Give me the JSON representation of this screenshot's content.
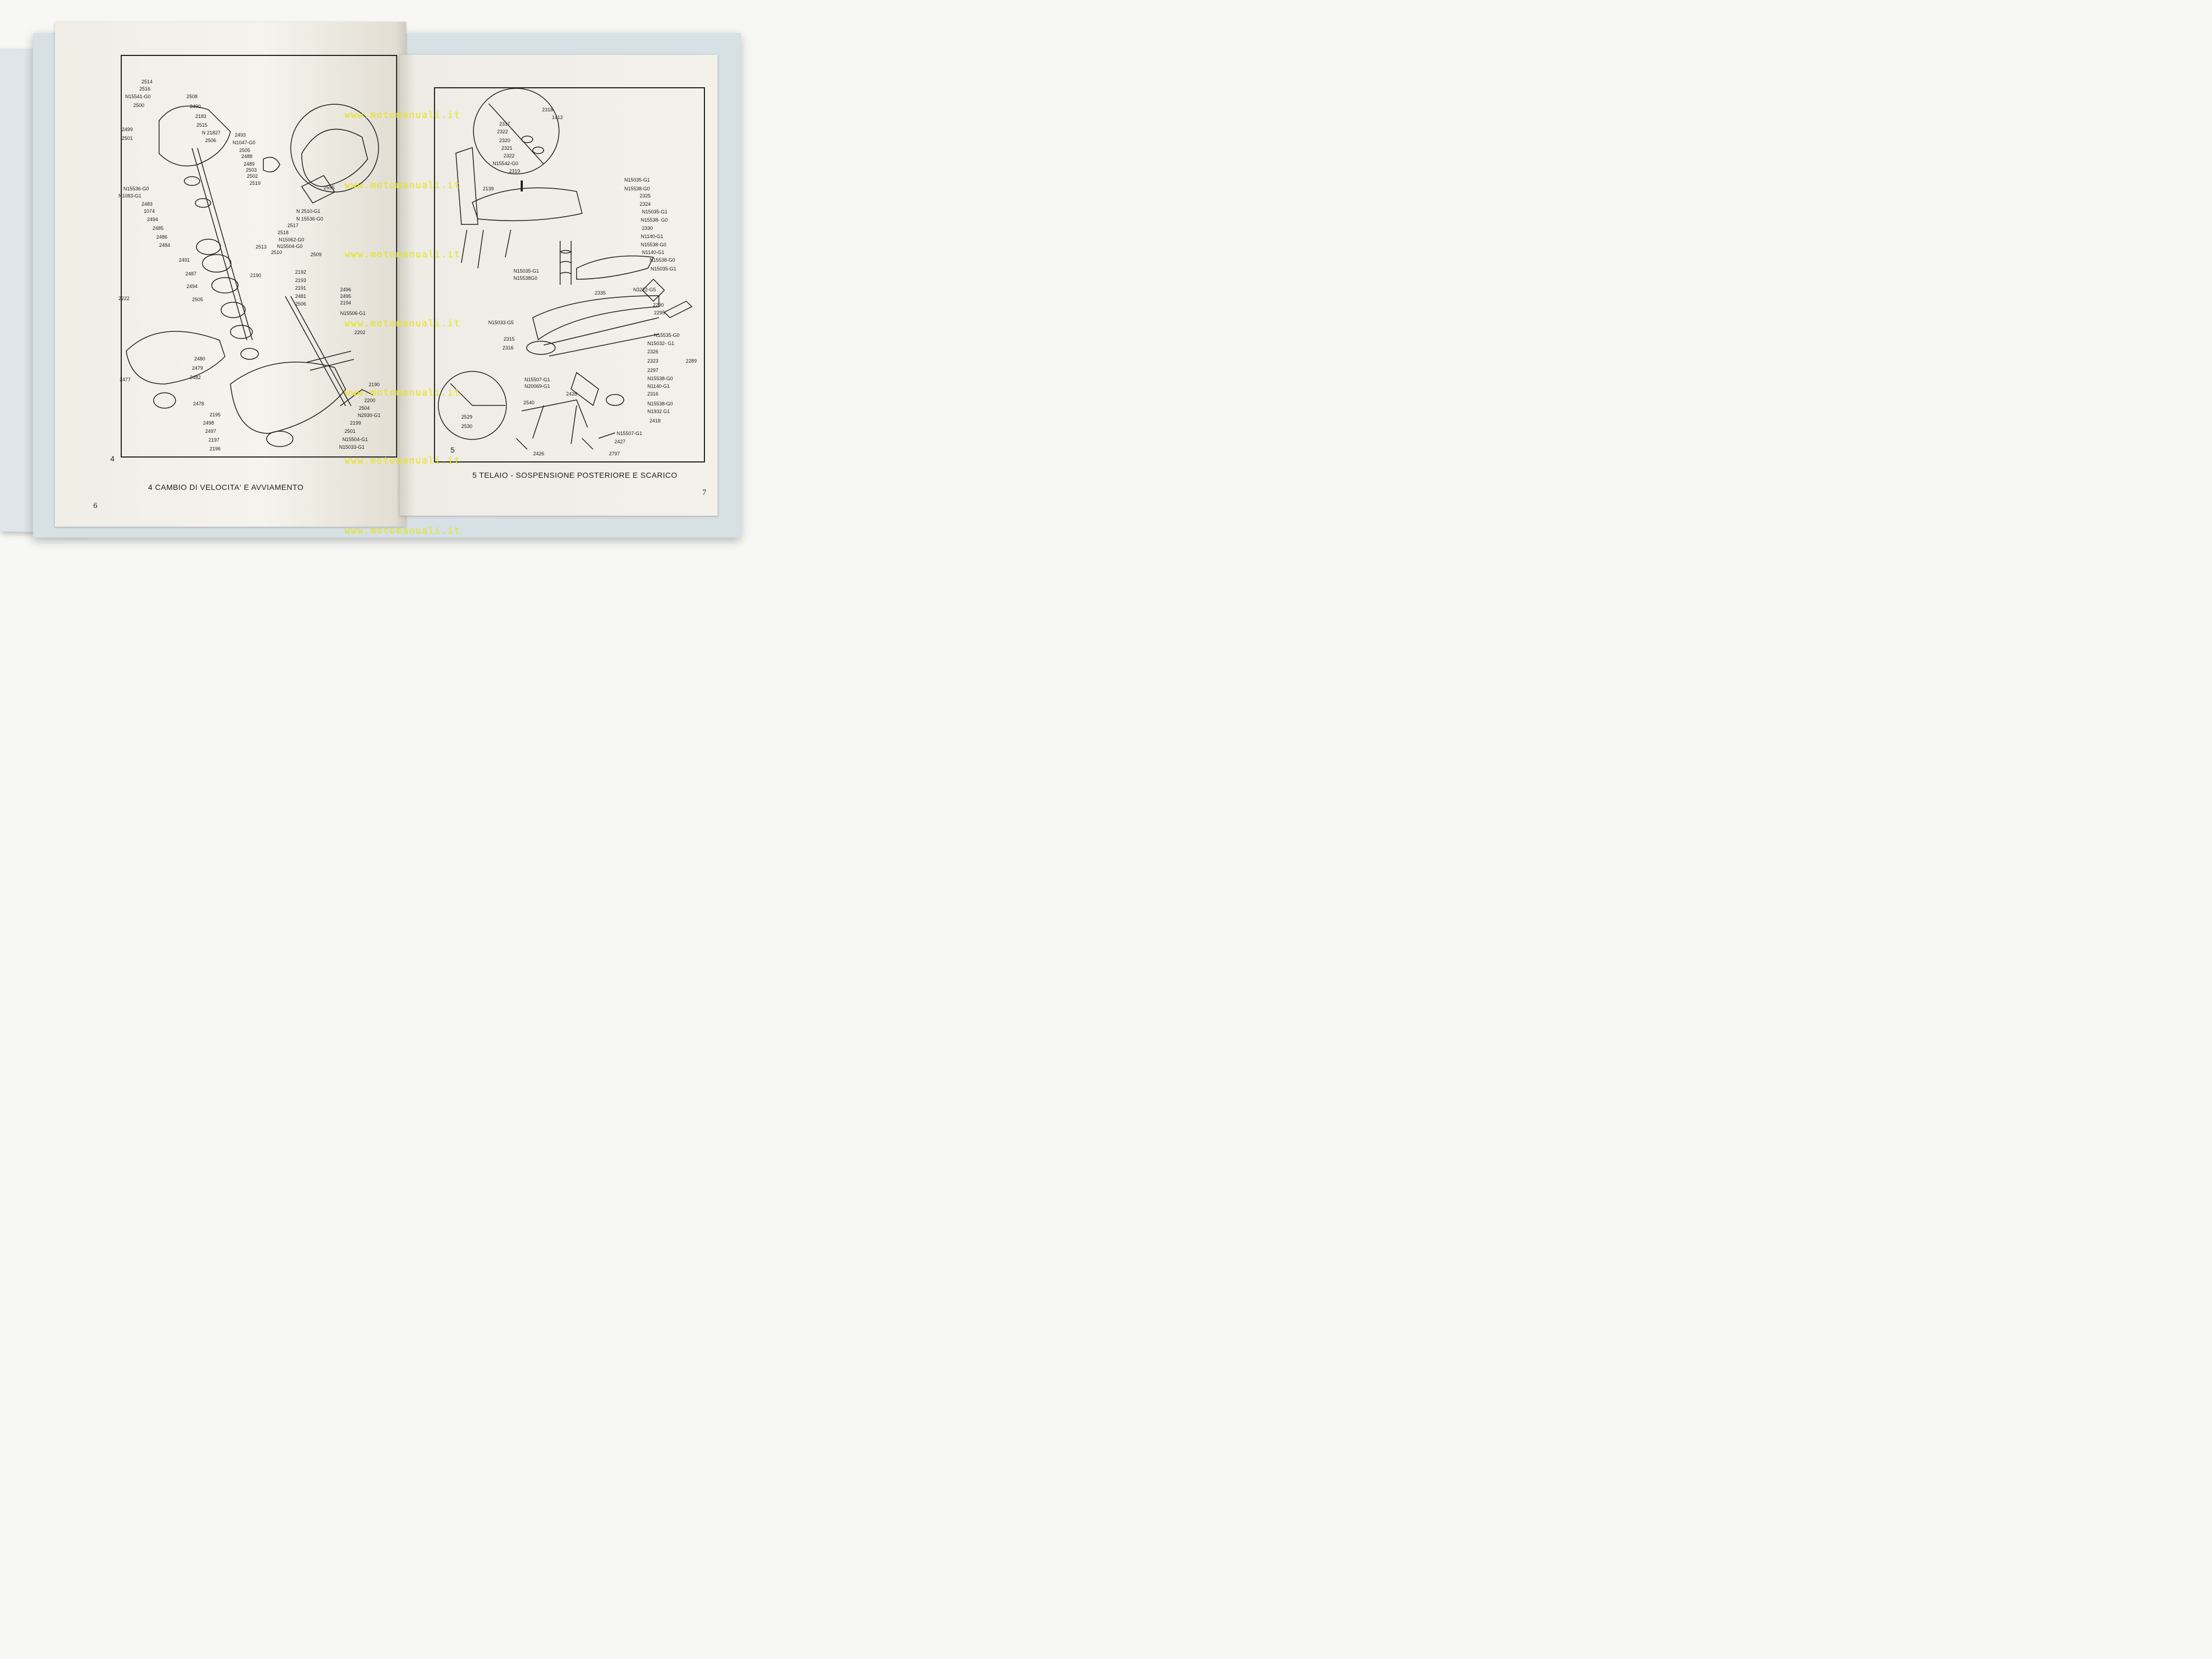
{
  "watermark": "www.motomanuali.it",
  "left_page": {
    "plate_number": "4",
    "caption": "4  CAMBIO DI VELOCITA' E AVVIAMENTO",
    "page_number": "6",
    "callouts": [
      "2514",
      "2516",
      "N15541-G0",
      "2500",
      "2508",
      "2490",
      "2183",
      "2515",
      "N 21827",
      "2506",
      "2499",
      "2501",
      "2493",
      "N1047-G0",
      "2505",
      "2488",
      "2489",
      "2503",
      "2502",
      "2519",
      "N15536-G0",
      "N1083-G1",
      "2483",
      "1074",
      "2494",
      "2485",
      "2486",
      "2484",
      "N 2510-G1",
      "N 15536-G0",
      "2517",
      "2518",
      "N15062-G0",
      "N15504-G0",
      "2510",
      "2509",
      "2513",
      "2491",
      "2487",
      "2494",
      "2505",
      "2190",
      "2192",
      "2193",
      "2191",
      "2481",
      "2506",
      "2555",
      "2222",
      "2496",
      "2495",
      "2194",
      "N15506-G1",
      "2202",
      "2480",
      "2479",
      "2482",
      "2477",
      "2478",
      "2195",
      "2498",
      "2497",
      "2197",
      "2196",
      "2190",
      "2200",
      "N2930-G1",
      "2504",
      "2199",
      "2501",
      "N15504-G1",
      "N15033-G1"
    ]
  },
  "right_page": {
    "plate_number": "5",
    "caption": "5  TELAIO - SOSPENSIONE POSTERIORE E SCARICO",
    "page_number": "7",
    "callouts": [
      "2318",
      "1412",
      "2317",
      "2322",
      "2320",
      "2321",
      "2322",
      "N15542-G0",
      "2319",
      "2139",
      "N15035-G1",
      "N15538-G0",
      "2325",
      "2324",
      "N15035-G1",
      "N15538- G0",
      "2330",
      "N1140-G1",
      "N15538-G0",
      "N1140-G1",
      "N15538-G0",
      "N15035-G1",
      "N15035-G1",
      "N15538G0",
      "2335",
      "N3222-G5",
      "2290",
      "2295",
      "N15033-G5",
      "2315",
      "2316",
      "N15535-G0",
      "N15032- G1",
      "2326",
      "2323",
      "2289",
      "2297",
      "N15507-G1",
      "N20069-G1",
      "2428",
      "2540",
      "N15538-G0",
      "N1140-G1",
      "2316",
      "N15538-G0",
      "N1932 G1",
      "2529",
      "2530",
      "2418",
      "N15507-G1",
      "2427",
      "2426",
      "2797"
    ]
  }
}
